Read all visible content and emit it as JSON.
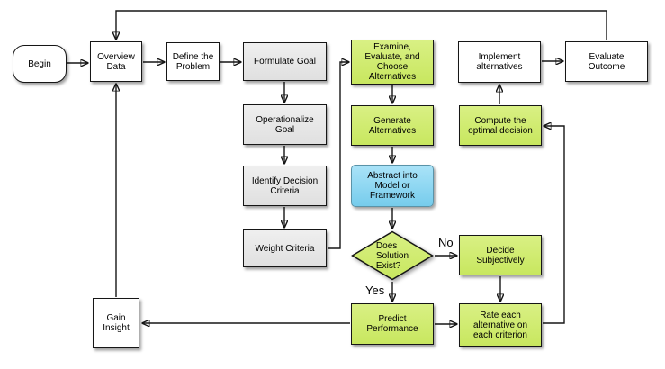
{
  "diagram": {
    "background": "#ffffff",
    "colors": {
      "green_fill": "#cce968",
      "blue_fill": "#7dd1f0",
      "gray_fill": "#e4e4e4",
      "white_fill": "#ffffff",
      "border": "#161616",
      "arrow": "#161616"
    },
    "nodes": [
      {
        "id": "begin",
        "label": "Begin",
        "shape": "terminator",
        "fill": "white"
      },
      {
        "id": "overview-data",
        "label": "Overview\nData",
        "shape": "rect",
        "fill": "white"
      },
      {
        "id": "define-the-problem",
        "label": "Define the\nProblem",
        "shape": "rect",
        "fill": "white"
      },
      {
        "id": "formulate-goal",
        "label": "Formulate Goal",
        "shape": "rect",
        "fill": "gray"
      },
      {
        "id": "operationalize-goal",
        "label": "Operationalize\nGoal",
        "shape": "rect",
        "fill": "gray"
      },
      {
        "id": "identify-decision-criteria",
        "label": "Identify Decision\nCriteria",
        "shape": "rect",
        "fill": "gray"
      },
      {
        "id": "weight-criteria",
        "label": "Weight Criteria",
        "shape": "rect",
        "fill": "gray"
      },
      {
        "id": "examine-evaluate-choose-alternatives",
        "label": "Examine,\nEvaluate, and\nChoose\nAlternatives",
        "shape": "rect",
        "fill": "green"
      },
      {
        "id": "generate-alternatives",
        "label": "Generate\nAlternatives",
        "shape": "rect",
        "fill": "green"
      },
      {
        "id": "abstract-into-model-or-framework",
        "label": "Abstract into\nModel or\nFramework",
        "shape": "rounded-rect",
        "fill": "blue"
      },
      {
        "id": "does-solution-exist",
        "label": "Does\nSolution\nExist?",
        "shape": "diamond",
        "fill": "green"
      },
      {
        "id": "decide-subjectively",
        "label": "Decide\nSubjectively",
        "shape": "rect",
        "fill": "green"
      },
      {
        "id": "compute-the-optimal-decision",
        "label": "Compute the\noptimal decision",
        "shape": "rect",
        "fill": "green"
      },
      {
        "id": "implement-alternatives",
        "label": "Implement\nalternatives",
        "shape": "rect",
        "fill": "white"
      },
      {
        "id": "evaluate-outcome",
        "label": "Evaluate\nOutcome",
        "shape": "rect",
        "fill": "white"
      },
      {
        "id": "predict-performance",
        "label": "Predict\nPerformance",
        "shape": "rect",
        "fill": "green"
      },
      {
        "id": "rate-each-alternative",
        "label": "Rate each\nalternative on\neach criterion",
        "shape": "rect",
        "fill": "green"
      },
      {
        "id": "gain-insight",
        "label": "Gain\nInsight",
        "shape": "rect",
        "fill": "white"
      }
    ],
    "edge_labels": {
      "no": "No",
      "yes": "Yes"
    },
    "edges": [
      {
        "from": "begin",
        "to": "overview-data"
      },
      {
        "from": "overview-data",
        "to": "define-the-problem"
      },
      {
        "from": "define-the-problem",
        "to": "formulate-goal"
      },
      {
        "from": "formulate-goal",
        "to": "operationalize-goal"
      },
      {
        "from": "operationalize-goal",
        "to": "identify-decision-criteria"
      },
      {
        "from": "identify-decision-criteria",
        "to": "weight-criteria"
      },
      {
        "from": "weight-criteria",
        "to": "examine-evaluate-choose-alternatives"
      },
      {
        "from": "examine-evaluate-choose-alternatives",
        "to": "generate-alternatives"
      },
      {
        "from": "generate-alternatives",
        "to": "abstract-into-model-or-framework"
      },
      {
        "from": "abstract-into-model-or-framework",
        "to": "does-solution-exist"
      },
      {
        "from": "does-solution-exist",
        "to": "decide-subjectively",
        "label": "No"
      },
      {
        "from": "does-solution-exist",
        "to": "predict-performance",
        "label": "Yes"
      },
      {
        "from": "decide-subjectively",
        "to": "rate-each-alternative"
      },
      {
        "from": "predict-performance",
        "to": "rate-each-alternative"
      },
      {
        "from": "rate-each-alternative",
        "to": "compute-the-optimal-decision"
      },
      {
        "from": "compute-the-optimal-decision",
        "to": "implement-alternatives"
      },
      {
        "from": "implement-alternatives",
        "to": "evaluate-outcome"
      },
      {
        "from": "evaluate-outcome",
        "to": "overview-data"
      },
      {
        "from": "predict-performance",
        "to": "gain-insight"
      },
      {
        "from": "gain-insight",
        "to": "overview-data"
      }
    ]
  }
}
